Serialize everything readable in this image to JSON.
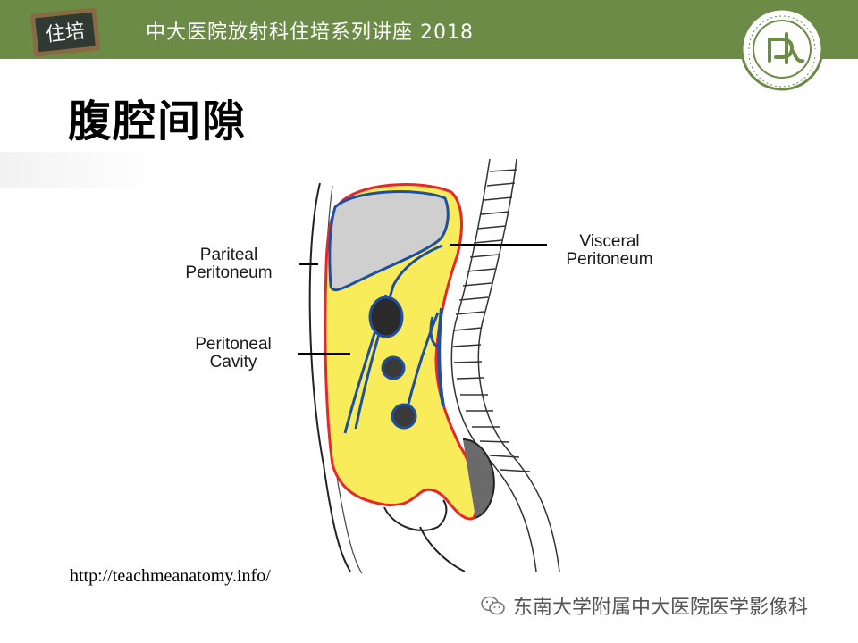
{
  "header": {
    "title": "中大医院放射科住培系列讲座 2018",
    "badge_text": "住培",
    "emblem_name": "hospital-seal",
    "bg_color": "#6b8b46"
  },
  "slide": {
    "title": "腹腔间隙"
  },
  "figure": {
    "labels": {
      "parietal": [
        "Pariteal",
        "Peritoneum"
      ],
      "cavity": [
        "Peritoneal",
        "Cavity"
      ],
      "visceral": [
        "Visceral",
        "Peritoneum"
      ]
    },
    "colors": {
      "cavity_fill": "#f9ec5a",
      "parietal_line": "#e8262b",
      "visceral_line": "#1f4fa3"
    }
  },
  "source": "http://teachmeanatomy.info/",
  "watermark": {
    "text": "东南大学附属中大医院医学影像科",
    "icon": "wechat-icon"
  }
}
